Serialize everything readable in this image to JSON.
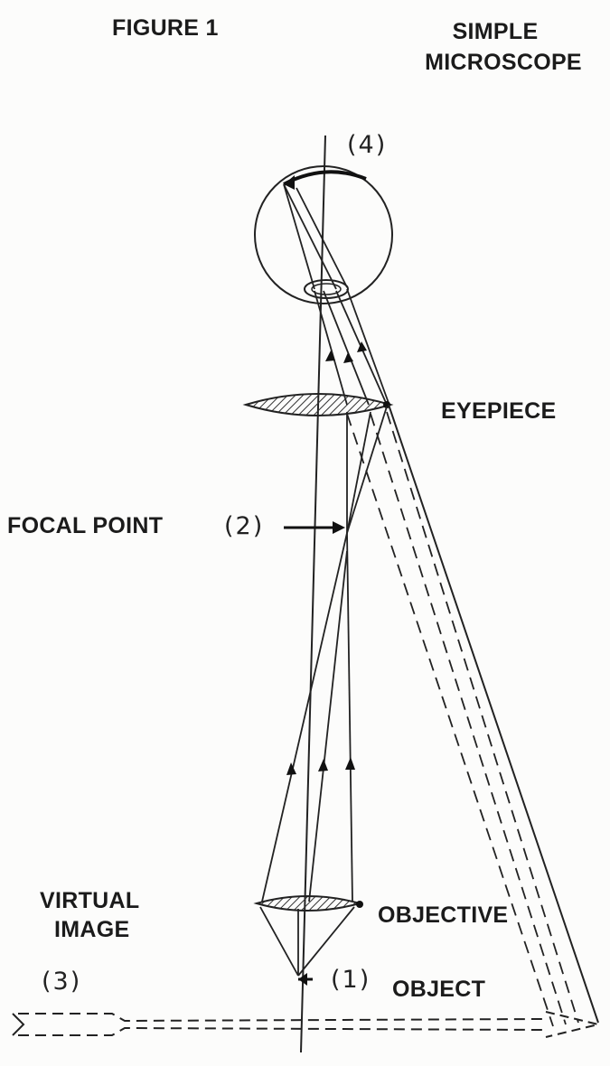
{
  "figure": {
    "title": "FIGURE 1",
    "subtitle_line1": "SIMPLE",
    "subtitle_line2": "MICROSCOPE"
  },
  "labels": {
    "eyepiece": "EYEPIECE",
    "focal_point": "FOCAL POINT",
    "virtual_image_line1": "VIRTUAL",
    "virtual_image_line2": "IMAGE",
    "objective": "OBJECTIVE",
    "object": "OBJECT"
  },
  "markers": {
    "m1": "(1)",
    "m2": "(2)",
    "m3": "(3)",
    "m4": "(4)"
  },
  "colors": {
    "ink": "#1f1f1f",
    "paper": "#fcfcfb"
  }
}
